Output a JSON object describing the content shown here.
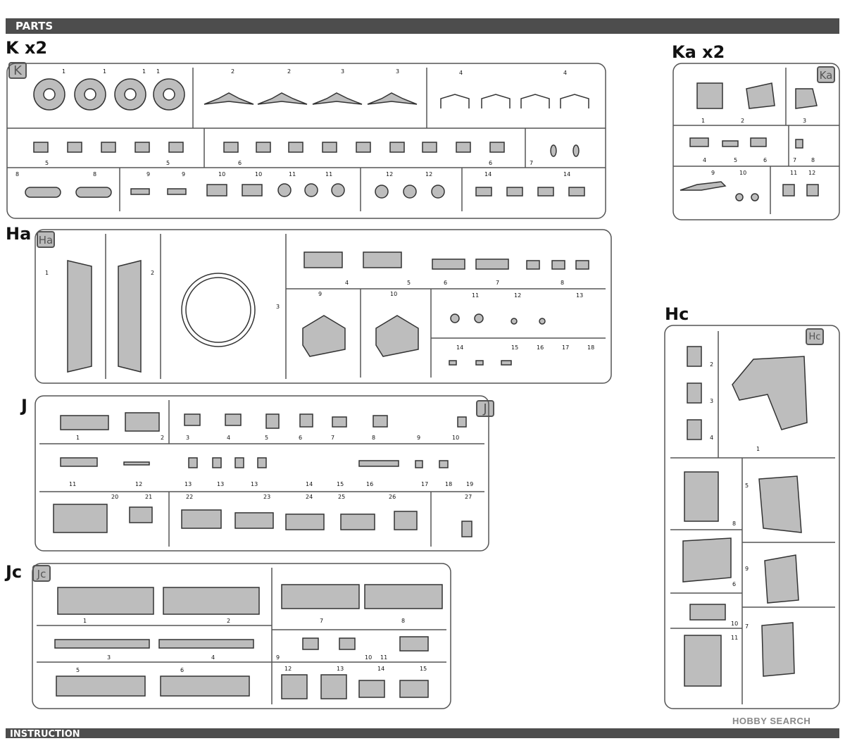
{
  "header": {
    "label": "PARTS"
  },
  "footer": {
    "label": "INSTRUCTION"
  },
  "watermark": "HOBBY SEARCH",
  "sprues": {
    "K": {
      "title": "K x2",
      "tag": "K"
    },
    "Ka": {
      "title": "Ka x2",
      "tag": "Ka"
    },
    "Ha": {
      "title": "Ha",
      "tag": "Ha"
    },
    "Hc": {
      "title": "Hc",
      "tag": "Hc"
    },
    "J": {
      "title": "J",
      "tag": "J"
    },
    "Jc": {
      "title": "Jc",
      "tag": "Jc"
    }
  },
  "colors": {
    "sprue": "#555555",
    "part_fill": "#bdbdbd",
    "bar": "#4d4d4d"
  }
}
